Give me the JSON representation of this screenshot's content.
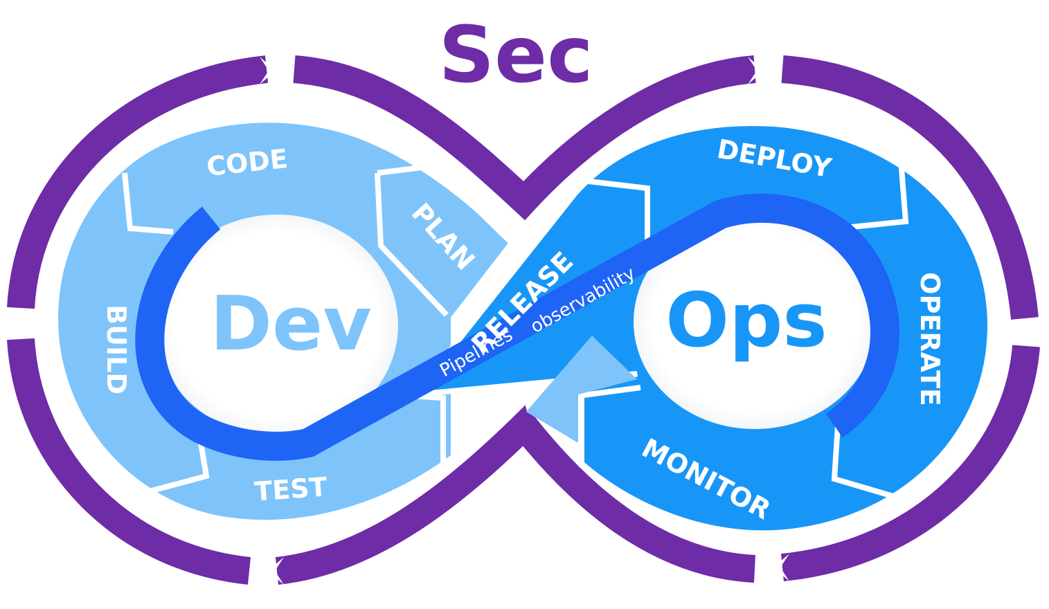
{
  "title": "Sec",
  "dev_label": "Dev",
  "ops_label": "Ops",
  "stages": {
    "code": "CODE",
    "plan": "PLAN",
    "build": "BUILD",
    "test": "TEST",
    "release": "RELEASE",
    "deploy": "DEPLOY",
    "operate": "OPERATE",
    "monitor": "MONITOR"
  },
  "band": {
    "pipelines": "Pipelines",
    "observability": "observability"
  },
  "colors": {
    "sec_purple": "#6e2ca6",
    "dev_light_blue": "#7ec4fb",
    "ops_blue": "#1896f7",
    "band_blue": "#1e64f5",
    "dev_text": "#7ec4fb",
    "ops_text": "#1896f7",
    "white": "#ffffff"
  }
}
